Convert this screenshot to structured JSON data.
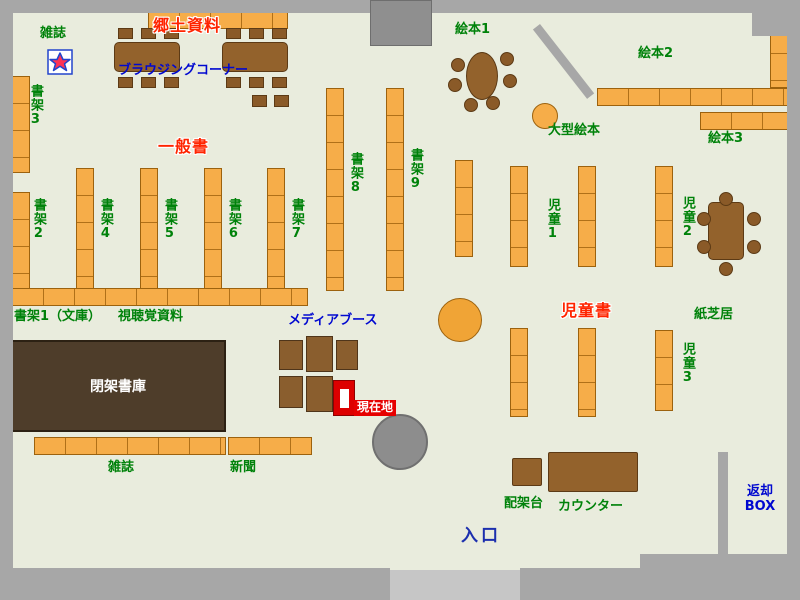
{
  "map_title": "library-floor-map",
  "colors": {
    "floor": "#e9ecdd",
    "wall_gray": "#a7a7a7",
    "shelf_orange": "#f6ad49",
    "shelf_border": "#9c620e",
    "table_brown": "#93622c",
    "closed_stacks_brown": "#4e3d2a",
    "highlight_red": "#dd0000",
    "label_green": "#00820a",
    "label_red": "#ff2400",
    "label_blue": "#0008d0"
  },
  "labels": {
    "magazines_top": "雑誌",
    "local_materials": "郷土資料",
    "browsing_corner": "ブラウジングコーナー",
    "shelf_3": "書架3",
    "general_books": "一般書",
    "shelf_2": "書架2",
    "shelf_4": "書架4",
    "shelf_5": "書架5",
    "shelf_6": "書架6",
    "shelf_7": "書架7",
    "shelf_8": "書架8",
    "shelf_9": "書架9",
    "shelf_1_bunko": "書架1（文庫）",
    "av_materials": "視聴覚資料",
    "media_booth": "メディアブース",
    "current_location": "現在地",
    "closed_stacks": "閉架書庫",
    "magazines_bottom": "雑誌",
    "newspapers": "新聞",
    "picture_book_1": "絵本1",
    "picture_book_2": "絵本2",
    "large_picture_books": "大型絵本",
    "picture_book_3": "絵本3",
    "children_1": "児童1",
    "children_2": "児童2",
    "children_3": "児童3",
    "children_books": "児童書",
    "kamishibai": "紙芝居",
    "sorting_table": "配架台",
    "counter": "カウンター",
    "return_box_line1": "返却",
    "return_box_line2": "BOX",
    "entrance": "入口"
  }
}
